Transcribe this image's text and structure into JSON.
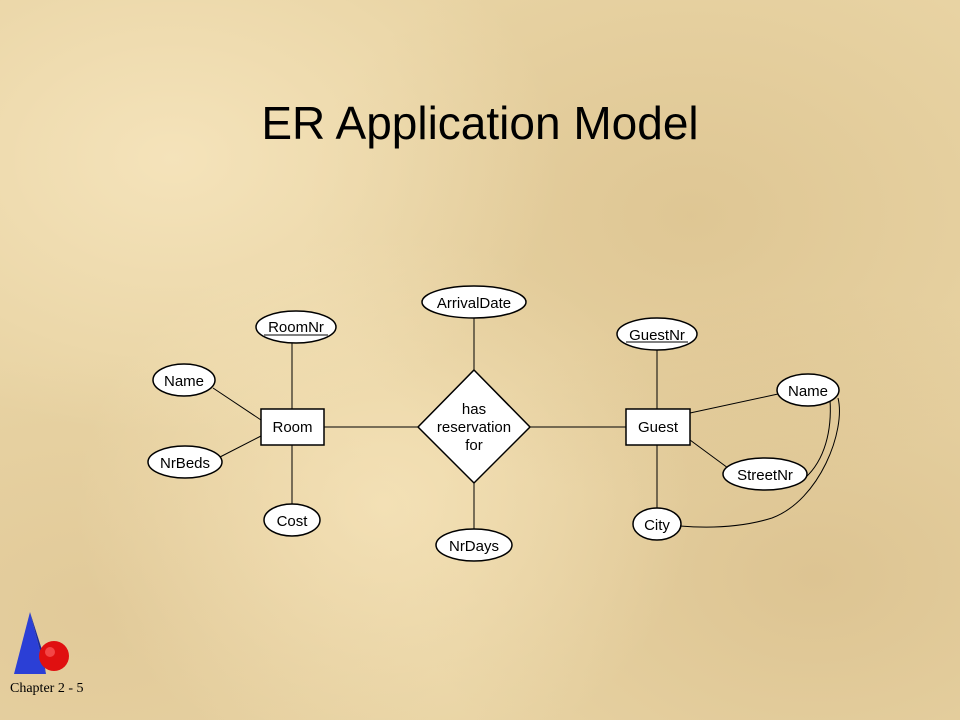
{
  "slide": {
    "title": "ER Application Model",
    "footer": "Chapter 2 - 5"
  },
  "diagram": {
    "entities": [
      {
        "id": "room",
        "label": "Room"
      },
      {
        "id": "guest",
        "label": "Guest"
      }
    ],
    "relationship": {
      "id": "has-reservation-for",
      "lines": [
        "has",
        "reservation",
        "for"
      ]
    },
    "attributes": {
      "room_nr": "RoomNr",
      "room_name": "Name",
      "nr_beds": "NrBeds",
      "cost": "Cost",
      "arrival_date": "ArrivalDate",
      "nr_days": "NrDays",
      "guest_nr": "GuestNr",
      "guest_name": "Name",
      "street_nr": "StreetNr",
      "city": "City"
    }
  },
  "colors": {
    "background": "#e8d3a3",
    "logo_blue": "#2b3fd6",
    "logo_red": "#e01010"
  }
}
